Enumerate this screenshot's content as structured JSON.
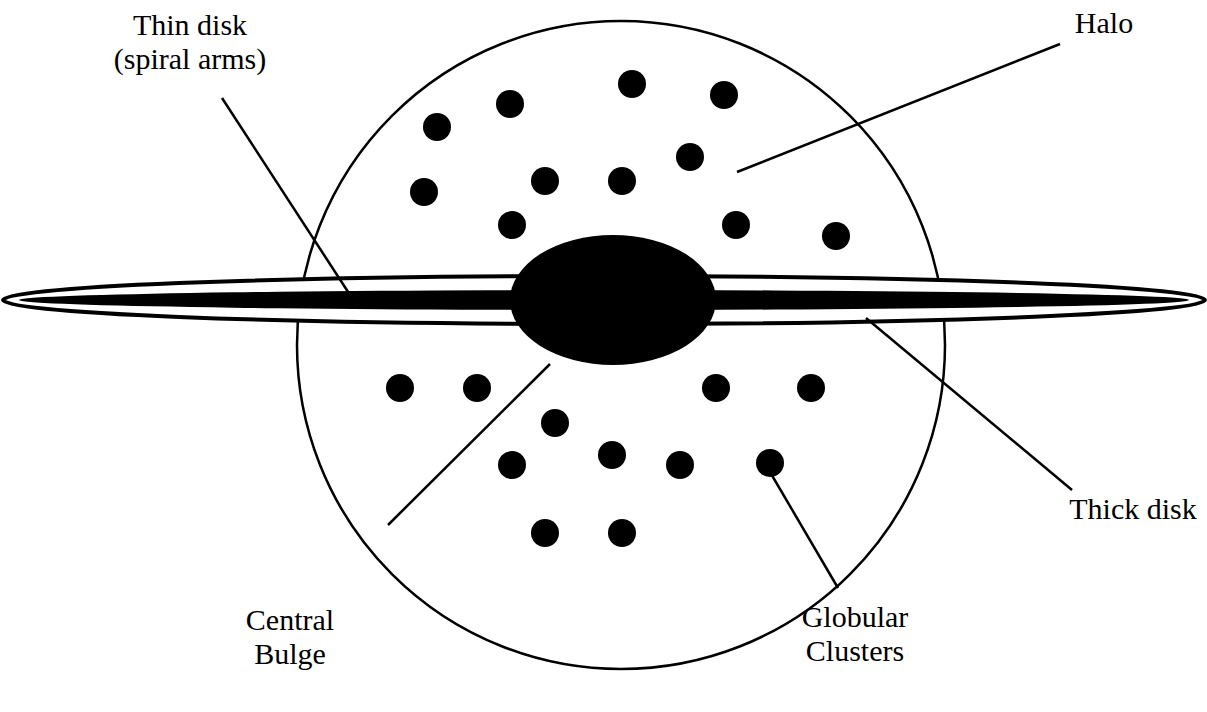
{
  "diagram": {
    "labels": [
      "Halo",
      "Thin disk (spiral arms)",
      "Thick disk",
      "Central Bulge",
      "Globular Clusters"
    ]
  }
}
